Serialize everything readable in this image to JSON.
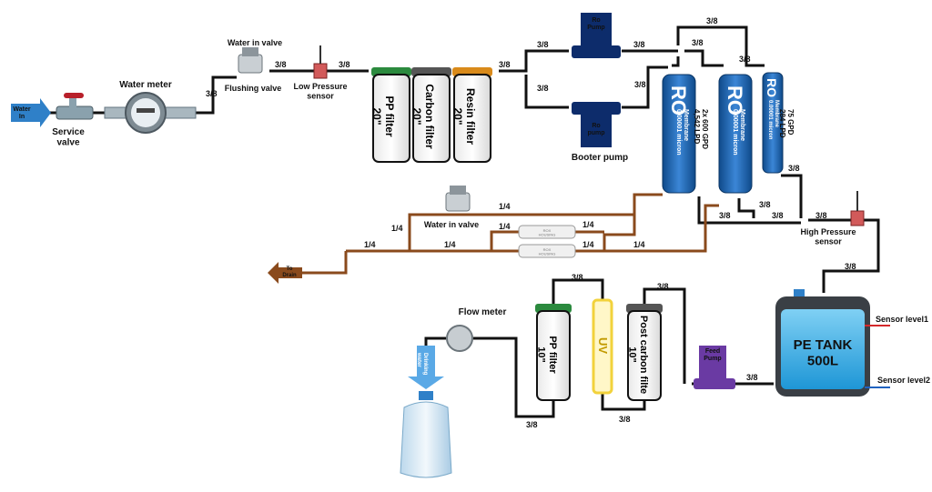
{
  "labels": {
    "water_in": "Water\nIn",
    "service_valve": "Service\nvalve",
    "water_meter": "Water meter",
    "water_in_valve_top": "Water in valve",
    "flushing_valve": "Flushing valve",
    "low_pressure_sensor": "Low Pressure\nsensor",
    "pp_filter": "PP filter\n20\"",
    "carbon_filter": "Carbon filter\n20\"",
    "resin_filter": "Resin filter\n20\"",
    "ro_pump": "Ro\nPump",
    "booster_pump_small": "Ro\npump",
    "booster_pump_caption": "Booter pump",
    "ro": "RO",
    "membrane1": "Membrane\n0.00001 micron",
    "membrane1_spec": "2x 600 GPD\n4,542 LPD",
    "membrane2": "Membrane\n0.00001 micron",
    "membrane3": "Membrane\n0.00001 micron",
    "membrane3_spec": "75 GPD\n284 LPD",
    "high_pressure_sensor": "High Pressure\nsensor",
    "water_in_valve_mid": "Water in valve",
    "to_drain": "To\nDrain",
    "pe_tank": "PE TANK\n500L",
    "sensor_level1": "Sensor level1",
    "sensor_level2": "Sensor level2",
    "feed_pump": "Feed\nPump",
    "post_carbon": "Post carbon filte\n10\"",
    "uv": "UV",
    "pp_filter_10": "PP filter\n10\"",
    "flow_meter": "Flow meter",
    "drinking_water": "Drinking\nwater",
    "module_small": "ROX\nHOUSING"
  },
  "sizes": {
    "s38": "3/8",
    "s14": "1/4"
  },
  "colors": {
    "pipe": "#111111",
    "drain": "#8a4a1c",
    "membrane": "#1b5fa8",
    "pump": "#0d2c6b",
    "feed_pump": "#6a3aa3",
    "tank": "#29a4e0",
    "tank_frame": "#3a3f45",
    "uv": "#f2d23c",
    "inlet_arrow": "#2f80c8",
    "drinking_arrow": "#5aa9e6",
    "sensor1": "#d4282a",
    "sensor2": "#1f62c0"
  }
}
